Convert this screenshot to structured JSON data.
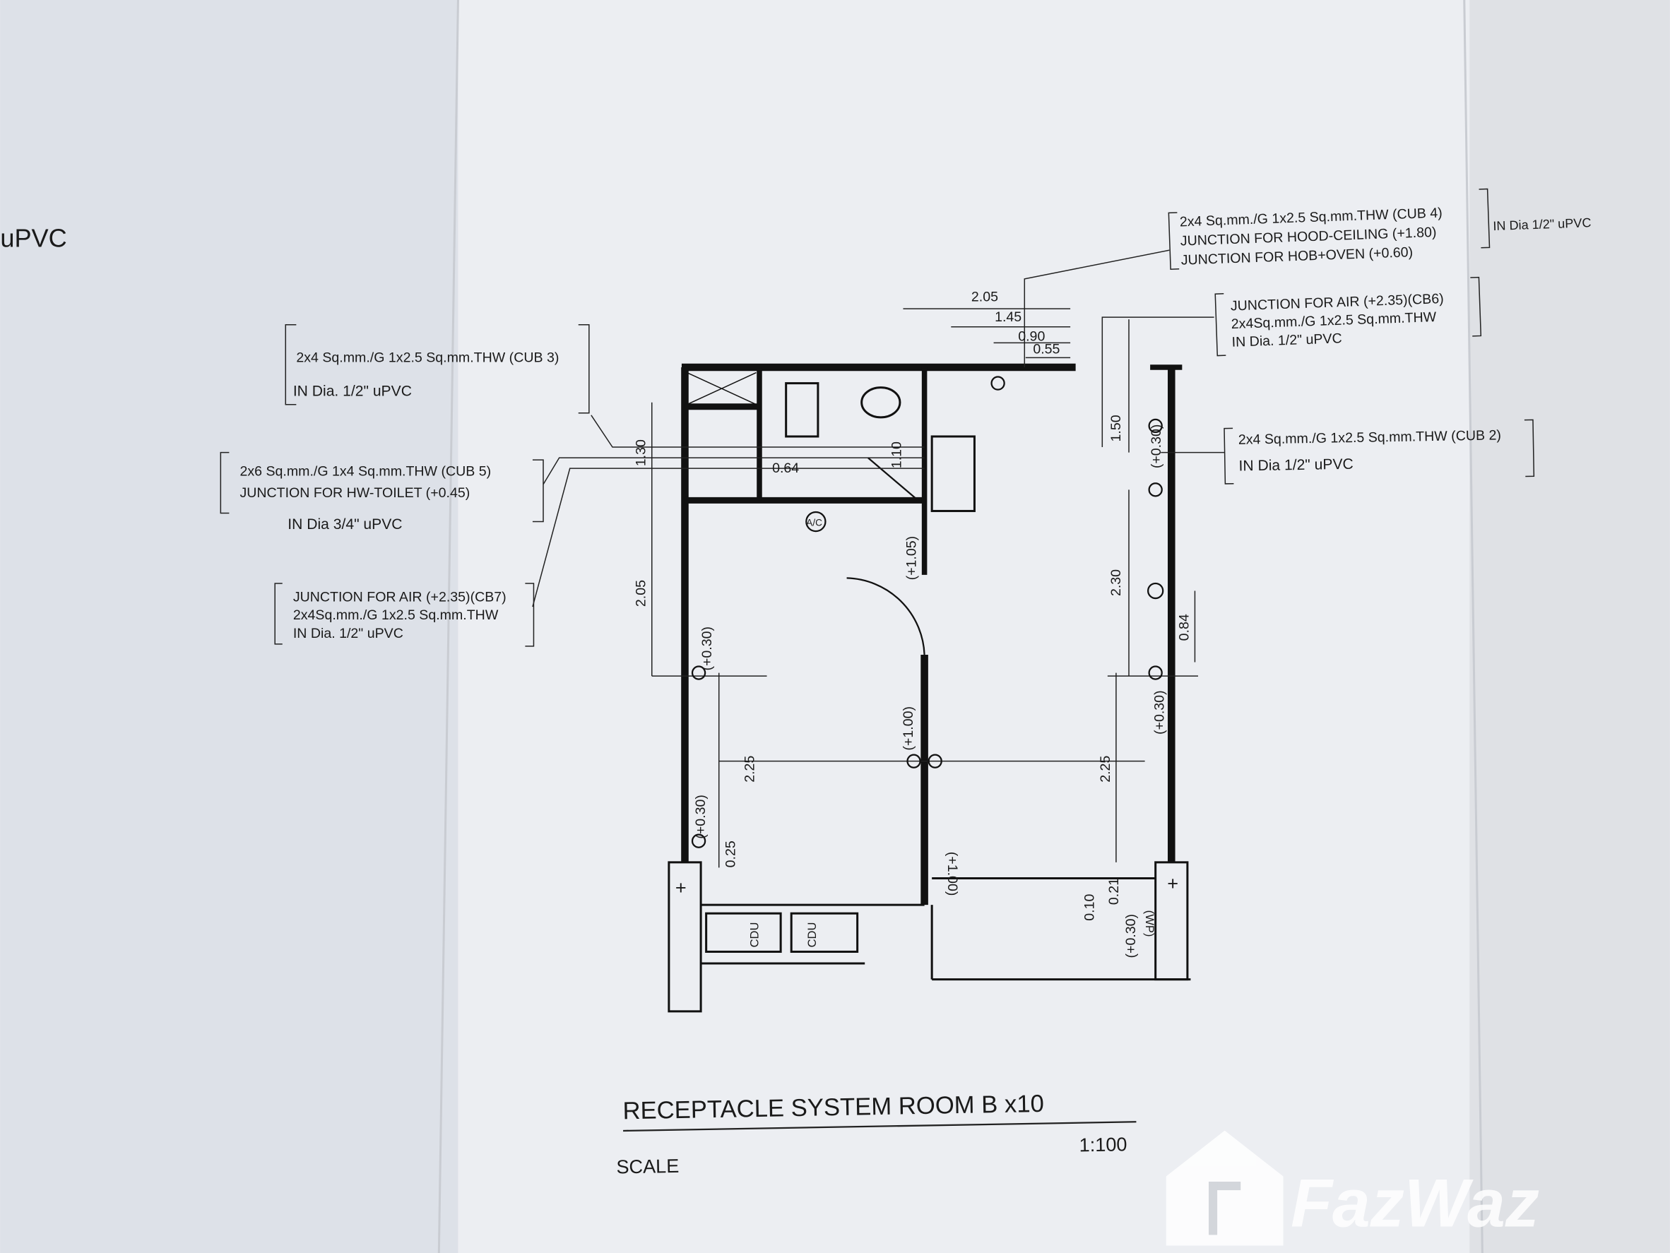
{
  "left_edge_text": "uPVC",
  "notes": {
    "cub3": {
      "line1": "2x4 Sq.mm./G 1x2.5 Sq.mm.THW (CUB 3)",
      "line2": "IN Dia. 1/2\" uPVC"
    },
    "cub5": {
      "line1": "2x6 Sq.mm./G 1x4 Sq.mm.THW (CUB 5)",
      "line2": "JUNCTION FOR HW-TOILET (+0.45)",
      "line3": "IN Dia 3/4\" uPVC"
    },
    "cb7": {
      "line1": "JUNCTION FOR AIR (+2.35)(CB7)",
      "line2": "2x4Sq.mm./G 1x2.5 Sq.mm.THW",
      "line3": "IN Dia. 1/2\" uPVC"
    },
    "cub4": {
      "line1": "2x4 Sq.mm./G 1x2.5 Sq.mm.THW (CUB 4)",
      "line2": "JUNCTION FOR HOOD-CEILING (+1.80)",
      "line3": "JUNCTION FOR HOB+OVEN (+0.60)",
      "side": "IN Dia 1/2\" uPVC"
    },
    "cb6": {
      "line1": "JUNCTION FOR AIR (+2.35)(CB6)",
      "line2": "2x4Sq.mm./G 1x2.5 Sq.mm.THW",
      "line3": "IN Dia. 1/2\" uPVC"
    },
    "cub2": {
      "line1": "2x4 Sq.mm./G 1x2.5 Sq.mm.THW (CUB 2)",
      "line2": "IN Dia 1/2\" uPVC"
    }
  },
  "dimensions": {
    "d205top": "2.05",
    "d145": "1.45",
    "d090": "0.90",
    "d055": "0.55",
    "d130": "1.30",
    "d064": "0.64",
    "d205left": "2.05",
    "d150": "1.50",
    "d230": "2.30",
    "d084": "0.84",
    "d225l": "2.25",
    "d225r": "2.25",
    "d025": "0.25",
    "d010": "0.10",
    "d021": "0.21",
    "d110": "1.10"
  },
  "heights": {
    "h105": "(+1.05)",
    "h030a": "(+0.30)",
    "h030b": "(+0.30)",
    "h030c": "(+0.30)",
    "h030d": "(+0.30)",
    "h030e": "(+0.30)",
    "h100a": "(+1.00)",
    "h100b": "(+1.00)"
  },
  "labels": {
    "ac": "A/C",
    "cdu1": "CDU",
    "cdu2": "CDU",
    "wp": "(WP)"
  },
  "title": {
    "main": "RECEPTACLE SYSTEM  ROOM B x10",
    "scale_label": "SCALE",
    "scale_value": "1:100"
  },
  "watermark": "FazWaz"
}
